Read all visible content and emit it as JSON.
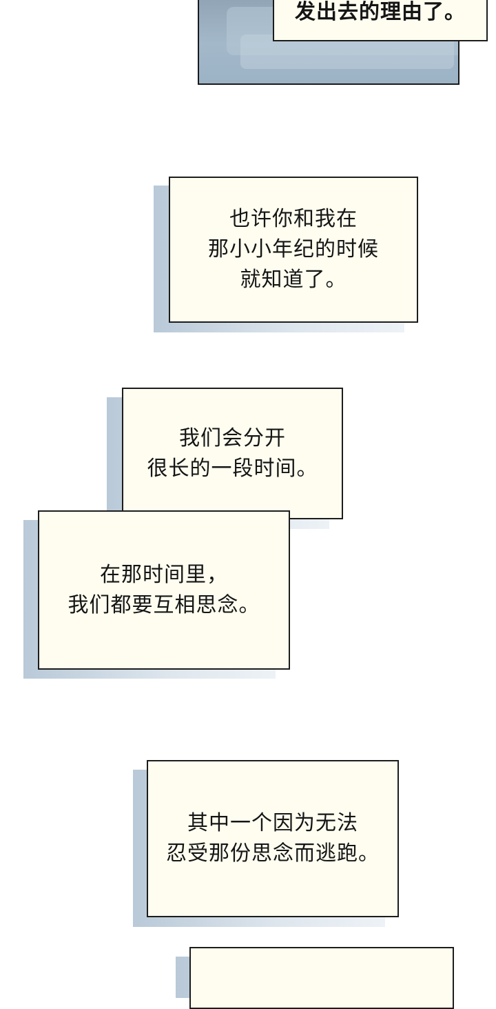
{
  "bubbles": [
    {
      "lines": [
        "发出去的理由了。"
      ]
    },
    {
      "lines": [
        "也许你和我在",
        "那小小年纪的时候",
        "就知道了。"
      ]
    },
    {
      "lines": [
        "我们会分开",
        "很长的一段时间。"
      ]
    },
    {
      "lines": [
        "在那时间里，",
        "我们都要互相思念。"
      ]
    },
    {
      "lines": [
        "其中一个因为无法",
        "忍受那份思念而逃跑。"
      ]
    },
    {
      "lines": []
    }
  ]
}
